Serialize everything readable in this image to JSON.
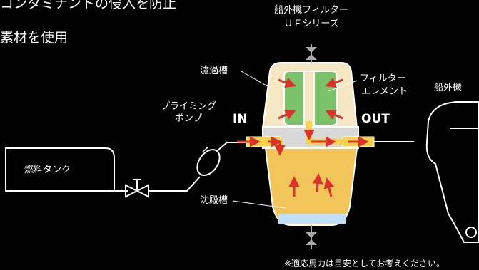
{
  "header": {
    "line1": "コンタミナントの侵入を防止",
    "line2": "素材を使用"
  },
  "labels": {
    "filter_title_1": "船外機フィルター",
    "filter_title_2": "ＵＦシリーズ",
    "filter_tank": "濾過槽",
    "element_1": "フィルター",
    "element_2": "エレメント",
    "outboard": "船外機",
    "pump_1": "プライミング",
    "pump_2": "ポンプ",
    "in": "IN",
    "out": "OUT",
    "fuel_tank": "燃料タンク",
    "sediment": "沈殿槽"
  },
  "footer": {
    "note": "※適応馬力は目安としてお考えください。"
  },
  "colors": {
    "background": "#000000",
    "housing_upper": "#f5e6c4",
    "housing_lower": "#f2c55a",
    "element": "#7cc26a",
    "flow_arrow": "#d9332b",
    "flow_pipe": "#f7d24a",
    "line": "#ffffff"
  }
}
